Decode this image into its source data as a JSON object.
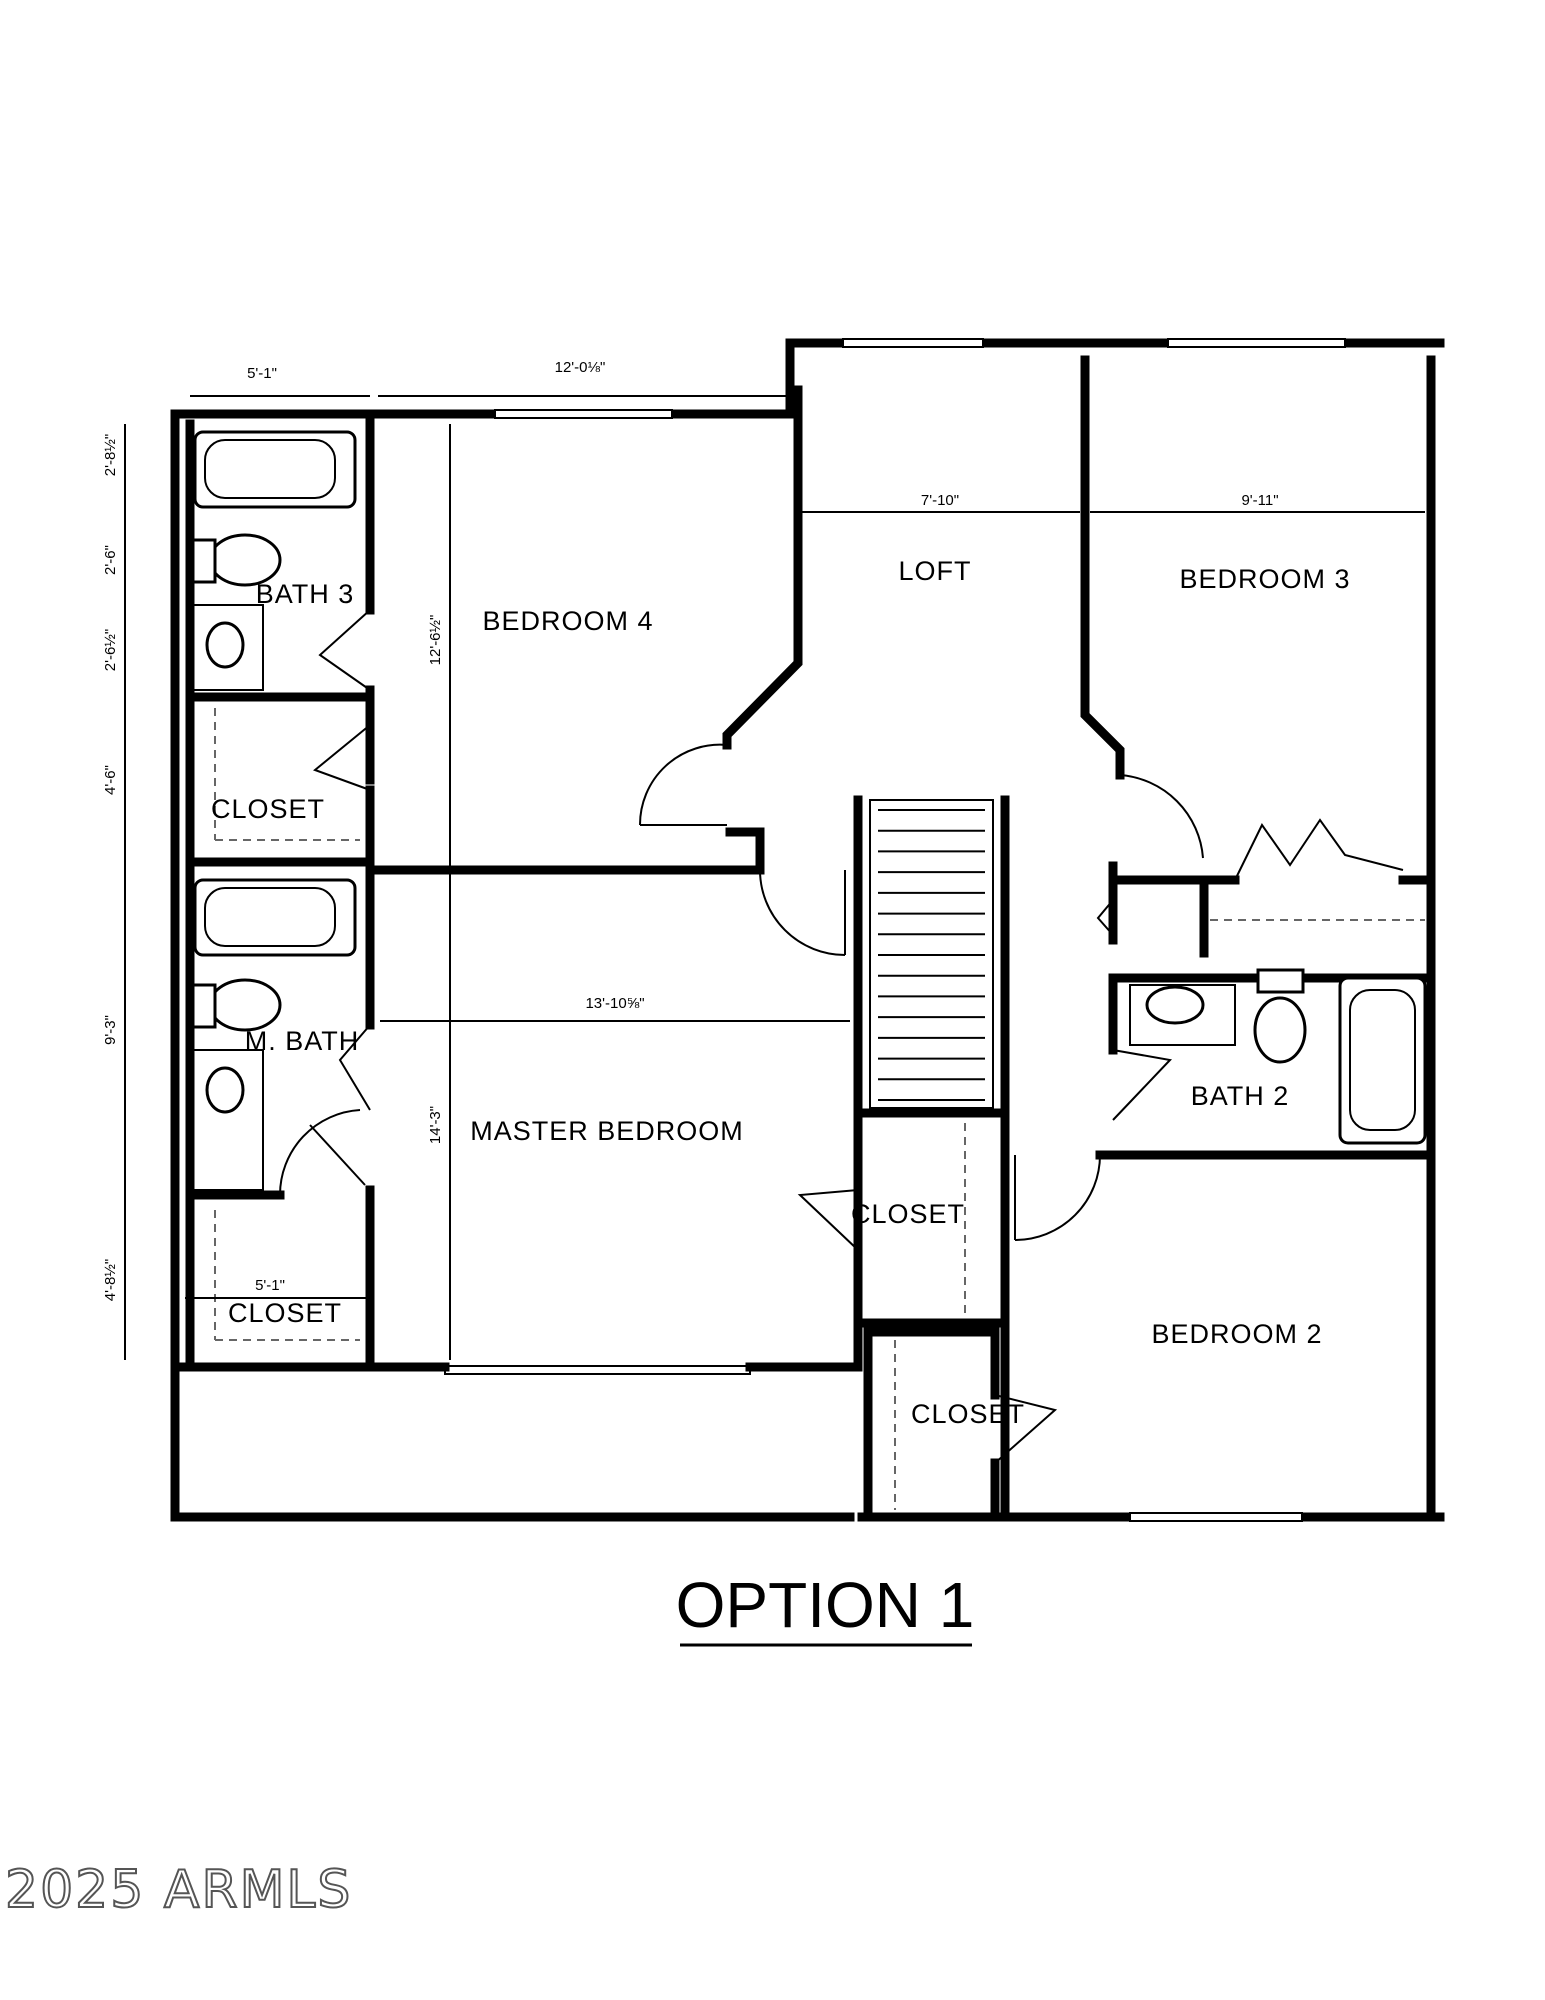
{
  "rooms": {
    "bath3": "BATH 3",
    "bedroom4": "BEDROOM 4",
    "loft": "LOFT",
    "bedroom3": "BEDROOM 3",
    "closet_bath3": "CLOSET",
    "master_bath": "M. BATH",
    "master_bedroom": "MASTER BEDROOM",
    "closet_hall": "CLOSET",
    "closet_master": "CLOSET",
    "bath2": "BATH 2",
    "closet_lower": "CLOSET",
    "bedroom2": "BEDROOM 2"
  },
  "dimensions": {
    "top_left_width": "5'-1\"",
    "top_bedroom4_width": "12'-0⅛\"",
    "loft_width": "7'-10\"",
    "bedroom3_width": "9'-11\"",
    "bath3_tub": "2'-8½\"",
    "bath3_toilet": "2'-6\"",
    "bath3_vanity": "2'-6½\"",
    "closet_depth": "4'-6\"",
    "bedroom4_depth": "12'-6½\"",
    "master_width": "13'-10⅝\"",
    "mbath_depth": "9'-3\"",
    "master_depth": "14'-3\"",
    "master_closet_depth": "4'-8½\"",
    "master_closet_width": "5'-1\""
  },
  "title": "OPTION 1",
  "watermark": "2025 ARMLS"
}
